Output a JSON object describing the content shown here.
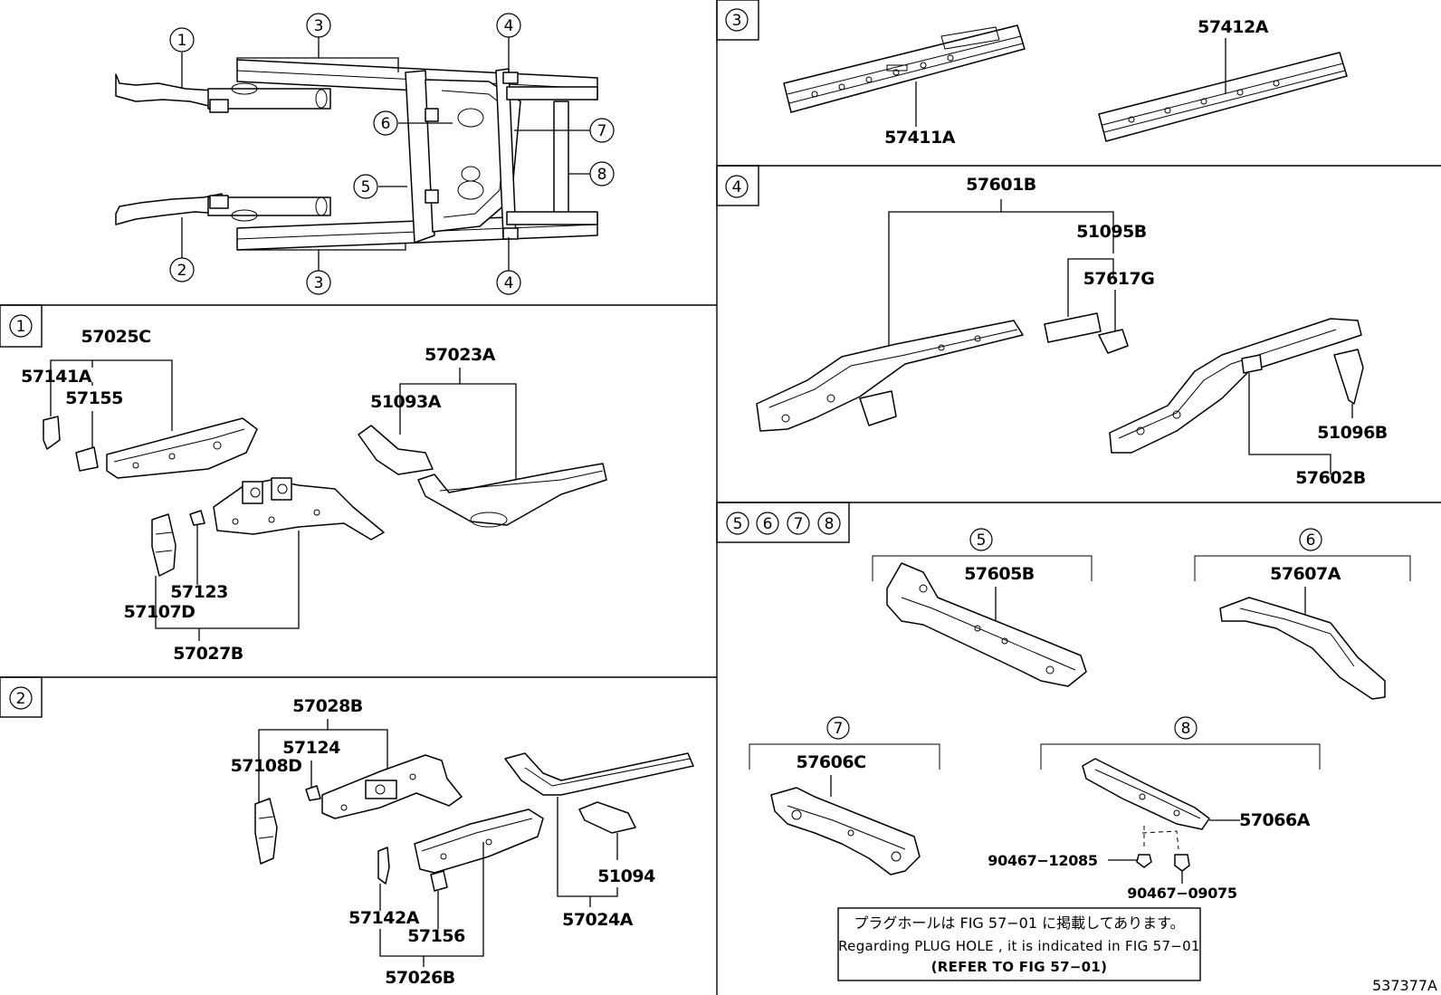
{
  "callouts": {
    "c1": "1",
    "c2": "2",
    "c3": "3",
    "c4": "4",
    "c5": "5",
    "c6": "6",
    "c7": "7",
    "c8": "8"
  },
  "overview": {
    "labels": [
      "1",
      "3",
      "4",
      "6",
      "7",
      "5",
      "8",
      "2",
      "3",
      "4"
    ]
  },
  "section_tags": {
    "s1": "1",
    "s2": "2",
    "s3": "3",
    "s4": "4",
    "s5678": [
      "5",
      "6",
      "7",
      "8"
    ]
  },
  "parts": {
    "p57025C": "57025C",
    "p57141A": "57141A",
    "p57155": "57155",
    "p57023A": "57023A",
    "p51093A": "51093A",
    "p57123": "57123",
    "p57107D": "57107D",
    "p57027B": "57027B",
    "p57028B": "57028B",
    "p57124": "57124",
    "p57108D": "57108D",
    "p57142A": "57142A",
    "p57156": "57156",
    "p57026B": "57026B",
    "p51094": "51094",
    "p57024A": "57024A",
    "p57411A": "57411A",
    "p57412A": "57412A",
    "p57601B": "57601B",
    "p51095B": "51095B",
    "p57617G": "57617G",
    "p51096B": "51096B",
    "p57602B": "57602B",
    "p57605B": "57605B",
    "p57607A": "57607A",
    "p57606C": "57606C",
    "p57066A": "57066A",
    "p90467_12085": "90467−12085",
    "p90467_09075": "90467−09075"
  },
  "note": {
    "line1": "プラグホールは FIG 57−01 に掲載してあります。",
    "line2": "Regarding  PLUG  HOLE , it is indicated in FIG  57−01",
    "line3": "(REFER  TO  FIG  57−01)"
  },
  "figure_number": "537377A"
}
